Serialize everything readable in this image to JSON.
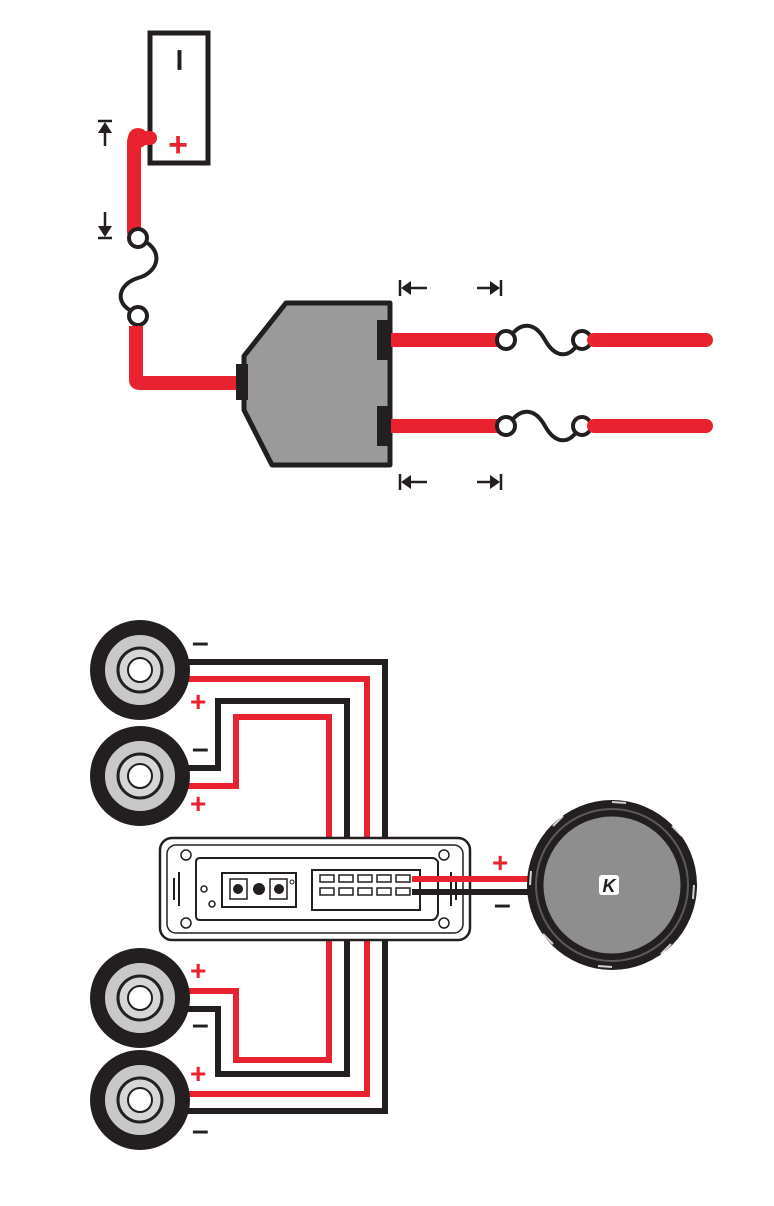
{
  "colors": {
    "positive_wire": "#E8232F",
    "negative_wire": "#231F20",
    "housing_gray": "#9A9A9A",
    "speaker_inner": "#C8C8C8",
    "speaker_ring": "#2A2A2A",
    "outline": "#231F20"
  },
  "battery": {
    "negative_symbol": "–",
    "positive_symbol": "+"
  },
  "distribution_block": {
    "inputs": 1,
    "outputs": 2
  },
  "speakers": [
    {
      "positive_label": "+",
      "negative_label": "–"
    },
    {
      "positive_label": "+",
      "negative_label": "–"
    },
    {
      "positive_label": "+",
      "negative_label": "–"
    },
    {
      "positive_label": "+",
      "negative_label": "–"
    }
  ],
  "subwoofer": {
    "logo": "K",
    "positive_label": "+",
    "negative_label": "–"
  },
  "icons": {
    "battery": "battery-icon",
    "fuse": "fuse-icon",
    "dimension_arrow": "dimension-arrow-icon",
    "amplifier": "amplifier-icon",
    "speaker": "speaker-icon",
    "subwoofer": "subwoofer-icon"
  }
}
